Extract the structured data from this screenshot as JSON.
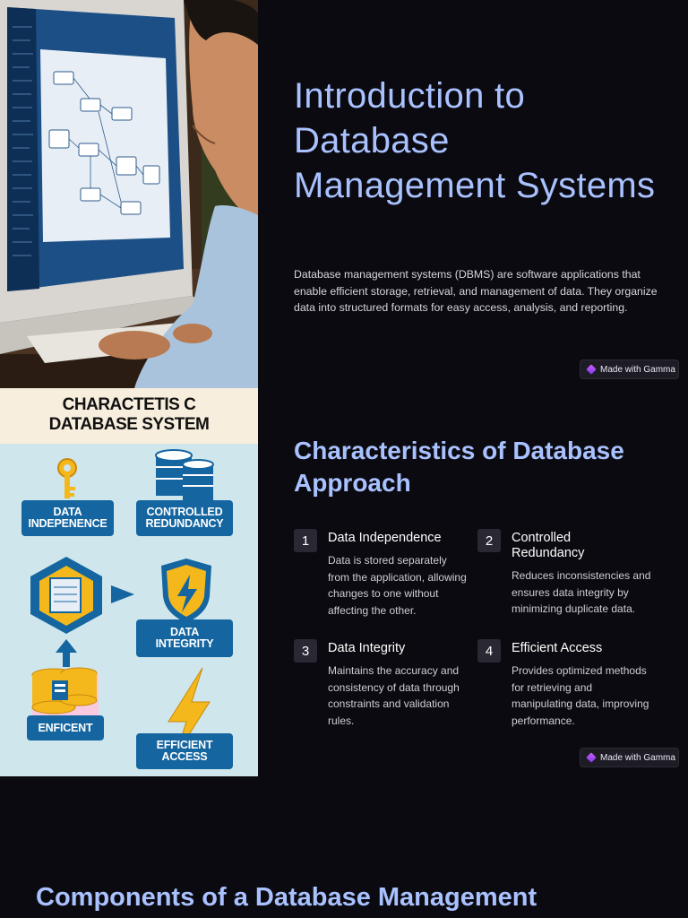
{
  "slide1": {
    "title": "Introduction to Database Management Systems",
    "description": "Database management systems (DBMS) are software applications that enable efficient storage, retrieval, and management of data. They organize data into structured formats for easy access, analysis, and reporting.",
    "badge": "Made with Gamma",
    "image_icon": "person-at-computer-photo"
  },
  "slide2": {
    "title": "Characteristics of Database Approach",
    "badge": "Made with Gamma",
    "infographic": {
      "heading_line1": "CHARACTETIS C",
      "heading_line2": "DATABASE SYSTEM",
      "chip_data_independence_1": "DATA",
      "chip_data_independence_2": "INDEPENENCE",
      "chip_controlled_redundancy_1": "CONTROLLED",
      "chip_controlled_redundancy_2": "REDUNDANCY",
      "chip_data_integrity_1": "DATA",
      "chip_data_integrity_2": "INTEGRITY",
      "chip_enficent": "ENFICENT",
      "chip_efficient_access_1": "EFFICIENT",
      "chip_efficient_access_2": "ACCESS"
    },
    "features": [
      {
        "number": "1",
        "title": "Data Independence",
        "description": "Data is stored separately from the application, allowing changes to one without affecting the other."
      },
      {
        "number": "2",
        "title": "Controlled Redundancy",
        "description": "Reduces inconsistencies and ensures data integrity by minimizing duplicate data."
      },
      {
        "number": "3",
        "title": "Data Integrity",
        "description": "Maintains the accuracy and consistency of data through constraints and validation rules."
      },
      {
        "number": "4",
        "title": "Efficient Access",
        "description": "Provides optimized methods for retrieving and manipulating data, improving performance."
      }
    ]
  },
  "slide3": {
    "title": "Components of a Database Management"
  },
  "colors": {
    "background": "#0b0a10",
    "title_accent": "#a9c2ff",
    "chip_blue": "#1465a0",
    "infographic_bg": "#cfe6ec"
  }
}
